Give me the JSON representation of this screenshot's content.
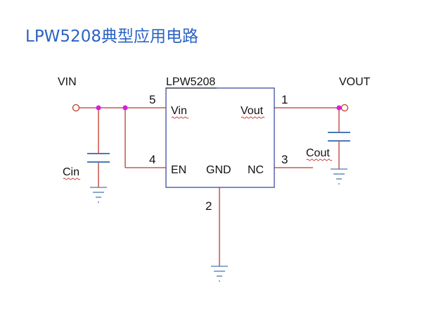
{
  "title": "LPW5208典型应用电路",
  "chip": {
    "name": "LPW5208",
    "pins": {
      "vin": {
        "label": "Vin",
        "number": "5"
      },
      "en": {
        "label": "EN",
        "number": "4"
      },
      "gnd": {
        "label": "GND",
        "number": "2"
      },
      "vout": {
        "label": "Vout",
        "number": "1"
      },
      "nc": {
        "label": "NC",
        "number": "3"
      }
    }
  },
  "terminals": {
    "vin": "VIN",
    "vout": "VOUT"
  },
  "capacitors": {
    "input": "Cin",
    "output": "Cout"
  },
  "colors": {
    "title": "#2b63c4",
    "wire": "#c0392b",
    "chip": "#3d4fa0",
    "capacitor": "#4a7ab5",
    "ground": "#4a7ab5",
    "junction": "#d61fd6",
    "squiggle": "#cc3333"
  }
}
